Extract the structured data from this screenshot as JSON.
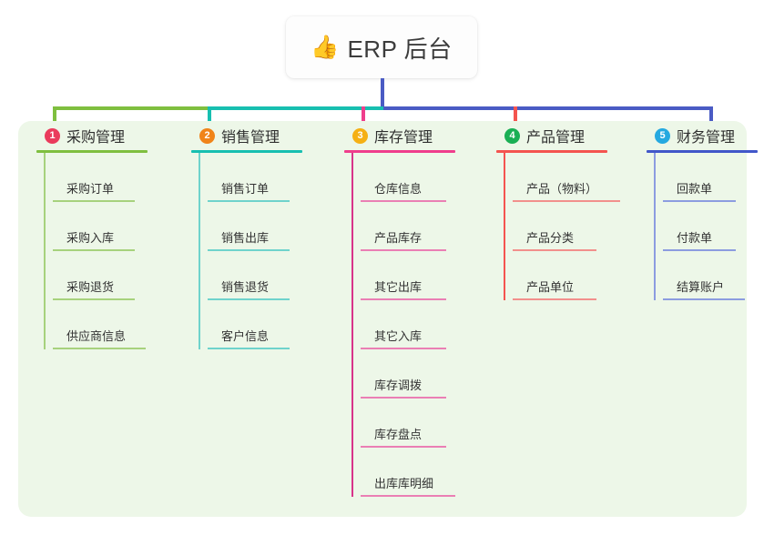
{
  "root": {
    "icon": "thumbs-up-icon",
    "icon_glyph": "👍",
    "title": "ERP 后台"
  },
  "palette": {
    "panel_background": "#edf7e8",
    "root_stem": "#4a5bc4",
    "page_background": "#ffffff",
    "text": "#333333"
  },
  "columns": [
    {
      "number": "1",
      "title": "采购管理",
      "badge_color": "#ea3b5c",
      "line_color": "#7fbf3f",
      "item_line_color": "#a7d27d",
      "spine_color": "#a7d27d",
      "head_rule_width": 122,
      "items": [
        {
          "label": "采购订单",
          "rule_width": 90
        },
        {
          "label": "采购入库",
          "rule_width": 90
        },
        {
          "label": "采购退货",
          "rule_width": 90
        },
        {
          "label": "供应商信息",
          "rule_width": 102
        }
      ]
    },
    {
      "number": "2",
      "title": "销售管理",
      "badge_color": "#f08419",
      "line_color": "#17bfb0",
      "item_line_color": "#6fd3cc",
      "spine_color": "#6fd3cc",
      "head_rule_width": 122,
      "items": [
        {
          "label": "销售订单",
          "rule_width": 90
        },
        {
          "label": "销售出库",
          "rule_width": 90
        },
        {
          "label": "销售退货",
          "rule_width": 90
        },
        {
          "label": "客户信息",
          "rule_width": 90
        }
      ]
    },
    {
      "number": "3",
      "title": "库存管理",
      "badge_color": "#f5b014",
      "line_color": "#ef3e8c",
      "item_line_color": "#ea7fb4",
      "spine_color": "#d8348a",
      "head_rule_width": 122,
      "items": [
        {
          "label": "仓库信息",
          "rule_width": 94
        },
        {
          "label": "产品库存",
          "rule_width": 94
        },
        {
          "label": "其它出库",
          "rule_width": 94
        },
        {
          "label": "其它入库",
          "rule_width": 94
        },
        {
          "label": "库存调拨",
          "rule_width": 94
        },
        {
          "label": "库存盘点",
          "rule_width": 94
        },
        {
          "label": "出库库明细",
          "rule_width": 104
        }
      ]
    },
    {
      "number": "4",
      "title": "产品管理",
      "badge_color": "#1aaf54",
      "line_color": "#f4544f",
      "item_line_color": "#f2908c",
      "spine_color": "#f4544f",
      "head_rule_width": 122,
      "items": [
        {
          "label": "产品（物料）",
          "rule_width": 118
        },
        {
          "label": "产品分类",
          "rule_width": 92
        },
        {
          "label": "产品单位",
          "rule_width": 92
        }
      ]
    },
    {
      "number": "5",
      "title": "财务管理",
      "badge_color": "#25a9e0",
      "line_color": "#4157c9",
      "item_line_color": "#8c9ce0",
      "spine_color": "#8c9ce0",
      "head_rule_width": 122,
      "items": [
        {
          "label": "回款单",
          "rule_width": 80
        },
        {
          "label": "付款单",
          "rule_width": 80
        },
        {
          "label": "结算账户",
          "rule_width": 90
        }
      ]
    }
  ]
}
